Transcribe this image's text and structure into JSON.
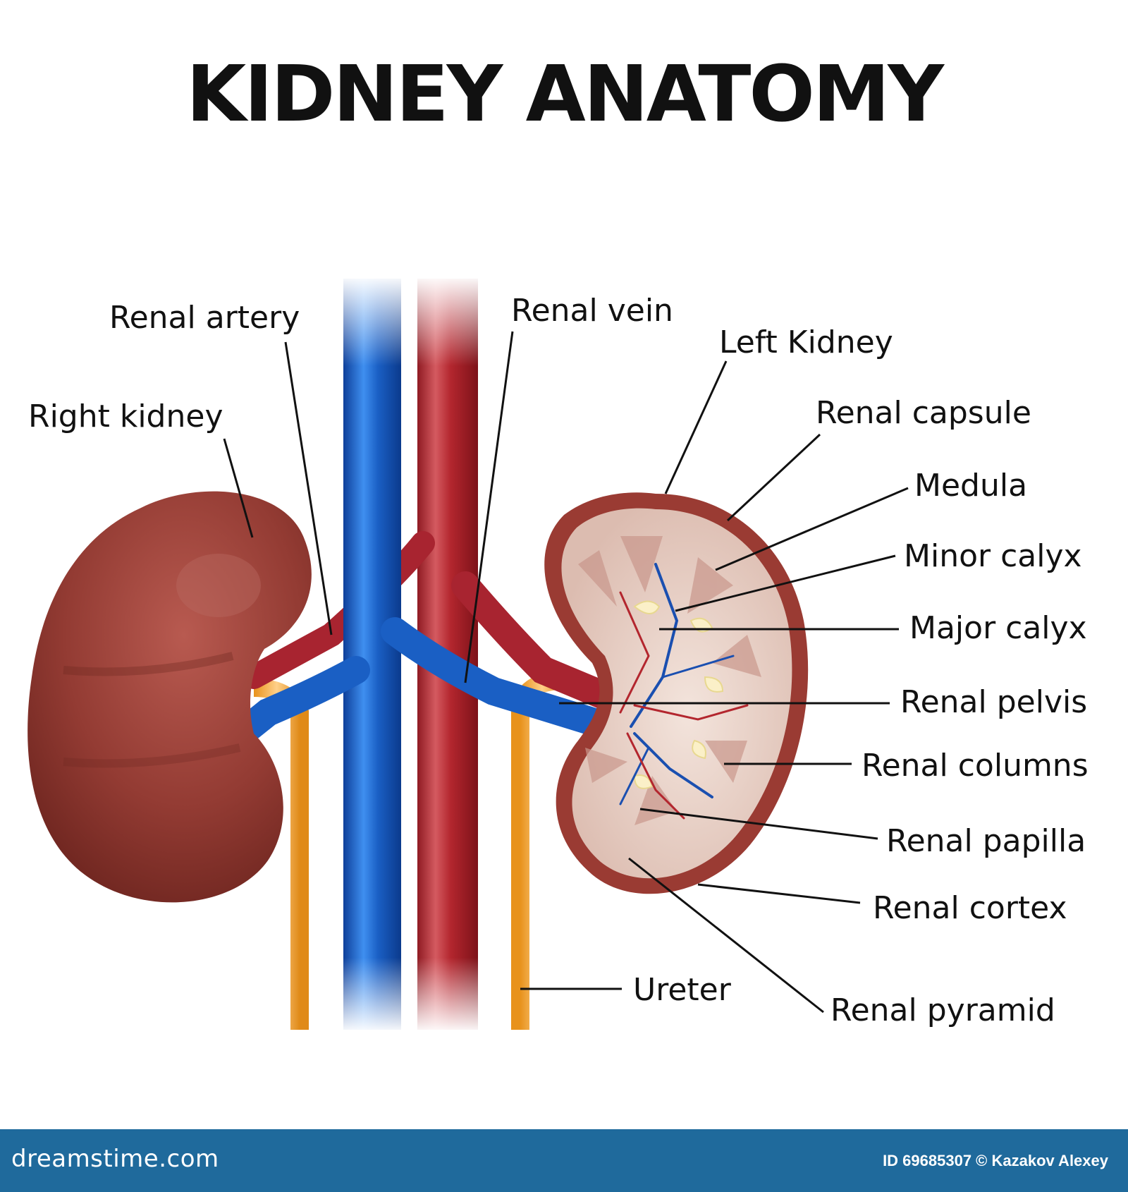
{
  "title": "KIDNEY ANATOMY",
  "labels": {
    "renal_artery": "Renal artery",
    "renal_vein": "Renal vein",
    "left_kidney": "Left Kidney",
    "right_kidney": "Right kidney",
    "renal_capsule": "Renal capsule",
    "medula": "Medula",
    "minor_calyx": "Minor calyx",
    "major_calyx": "Major calyx",
    "renal_pelvis": "Renal pelvis",
    "renal_columns": "Renal columns",
    "renal_papilla": "Renal papilla",
    "renal_cortex": "Renal cortex",
    "ureter": "Ureter",
    "renal_pyramid": "Renal pyramid"
  },
  "footer": {
    "brand": "dreamstime.com",
    "credit": "ID 69685307 © Kazakov Alexey"
  },
  "colors": {
    "vein": "#1a5fc4",
    "artery": "#b3262e",
    "kidney": "#933b33",
    "ureter": "#f0a030",
    "section_bg": "#e8cfc6",
    "footer": "#1f6a9c"
  }
}
